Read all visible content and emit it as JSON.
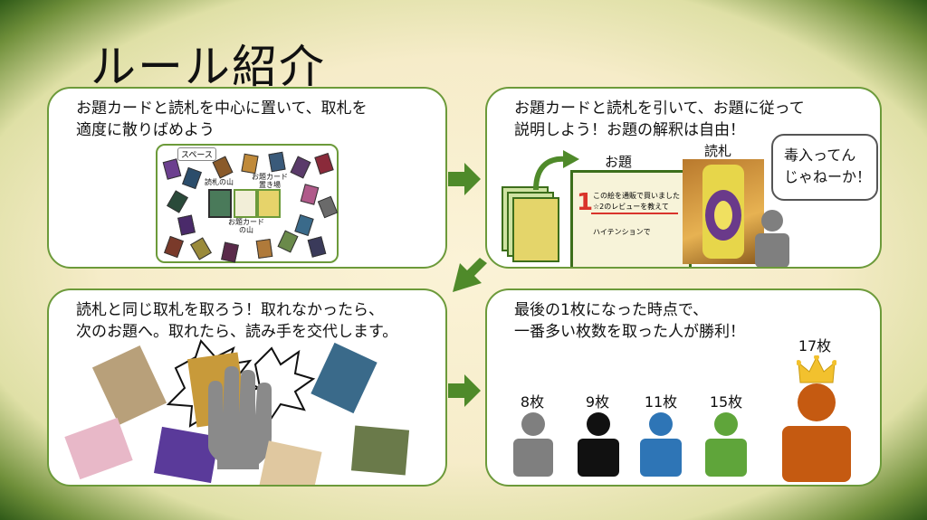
{
  "title": "ルール紹介",
  "panels": {
    "setup": {
      "text": "お題カードと読札を中心に置いて、取札を\n適度に散りばめよう",
      "space_label": "スペース",
      "yomifuda_pile": "読札の山",
      "odai_place": "お題カード\n置き場",
      "odai_pile": "お題カード\nの山"
    },
    "explain": {
      "text": "お題カードと読札を引いて、お題に従って\n説明しよう！お題の解釈は自由！",
      "theme_label": "お題",
      "card_label": "読札",
      "theme_card_number": "1",
      "theme_line1": "この絵を通販で買いました",
      "theme_line2": "☆2のレビューを教えて",
      "theme_line3": "ハイテンションで",
      "speech": "毒入ってん\nじゃねーか！"
    },
    "grab": {
      "text": "読札と同じ取札を取ろう！取れなかったら、\n次のお題へ。取れたら、読み手を交代します。"
    },
    "win": {
      "text": "最後の1枚になった時点で、\n一番多い枚数を取った人が勝利！",
      "players": [
        {
          "count": "8枚",
          "color": "#7f7f7f"
        },
        {
          "count": "9枚",
          "color": "#111111"
        },
        {
          "count": "11枚",
          "color": "#2e75b6"
        },
        {
          "count": "15枚",
          "color": "#5fa53a"
        },
        {
          "count": "17枚",
          "color": "#c55a11"
        }
      ]
    }
  },
  "colors": {
    "accent_green": "#4f8a2a",
    "panel_border": "#6c9a3a"
  }
}
